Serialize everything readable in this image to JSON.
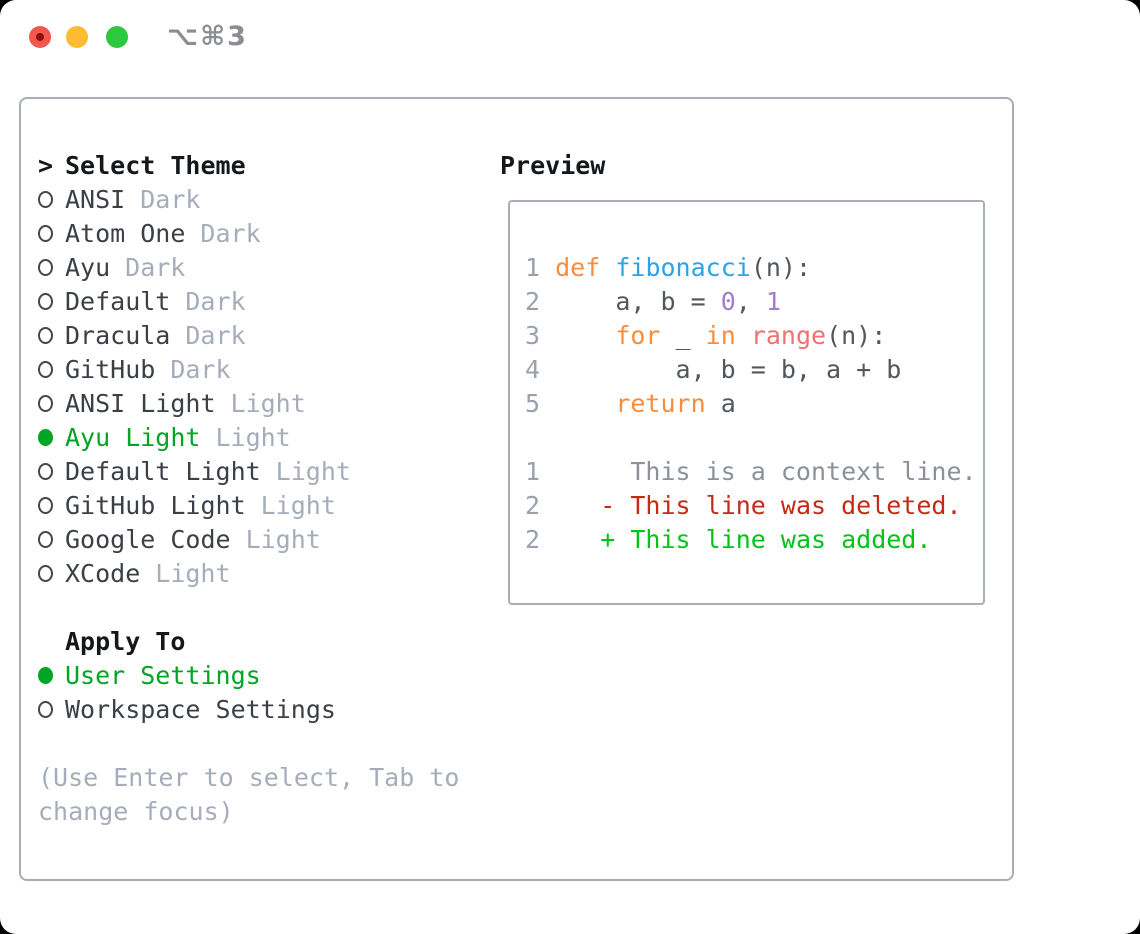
{
  "titlebar": {
    "shortcut": "⌥⌘3",
    "traffic_lights": {
      "close_color": "#f2564d",
      "close_dot_color": "#8c0f08",
      "minimize_color": "#fdbc2f",
      "zoom_color": "#2bc840"
    }
  },
  "theme_list": {
    "header": "Select Theme",
    "prompt_icon": ">",
    "items": [
      {
        "name": "ANSI",
        "tag": "Dark",
        "selected": false
      },
      {
        "name": "Atom One",
        "tag": "Dark",
        "selected": false
      },
      {
        "name": "Ayu",
        "tag": "Dark",
        "selected": false
      },
      {
        "name": "Default",
        "tag": "Dark",
        "selected": false
      },
      {
        "name": "Dracula",
        "tag": "Dark",
        "selected": false
      },
      {
        "name": "GitHub",
        "tag": "Dark",
        "selected": false
      },
      {
        "name": "ANSI Light",
        "tag": "Light",
        "selected": false
      },
      {
        "name": "Ayu Light",
        "tag": "Light",
        "selected": true
      },
      {
        "name": "Default Light",
        "tag": "Light",
        "selected": false
      },
      {
        "name": "GitHub Light",
        "tag": "Light",
        "selected": false
      },
      {
        "name": "Google Code",
        "tag": "Light",
        "selected": false
      },
      {
        "name": "XCode",
        "tag": "Light",
        "selected": false
      }
    ]
  },
  "apply_to": {
    "header": "Apply To",
    "options": [
      {
        "name": "User Settings",
        "selected": true
      },
      {
        "name": "Workspace Settings",
        "selected": false
      }
    ]
  },
  "help": {
    "line1": "(Use Enter to select, Tab to",
    "line2": "change focus)"
  },
  "preview": {
    "header": "Preview",
    "lines": [
      {
        "tokens": [
          {
            "c": "num",
            "t": "1"
          },
          {
            "c": "plain",
            "t": " "
          },
          {
            "c": "kw",
            "t": "def"
          },
          {
            "c": "plain",
            "t": " "
          },
          {
            "c": "fn",
            "t": "fibonacci"
          },
          {
            "c": "plain",
            "t": "(n):"
          }
        ]
      },
      {
        "tokens": [
          {
            "c": "num",
            "t": "2"
          },
          {
            "c": "plain",
            "t": "     a, b = "
          },
          {
            "c": "lit",
            "t": "0"
          },
          {
            "c": "plain",
            "t": ", "
          },
          {
            "c": "lit",
            "t": "1"
          }
        ]
      },
      {
        "tokens": [
          {
            "c": "num",
            "t": "3"
          },
          {
            "c": "plain",
            "t": "     "
          },
          {
            "c": "kw",
            "t": "for"
          },
          {
            "c": "plain",
            "t": " _ "
          },
          {
            "c": "kw",
            "t": "in"
          },
          {
            "c": "plain",
            "t": " "
          },
          {
            "c": "call",
            "t": "range"
          },
          {
            "c": "plain",
            "t": "(n):"
          }
        ]
      },
      {
        "tokens": [
          {
            "c": "num",
            "t": "4"
          },
          {
            "c": "plain",
            "t": "         a, b = b, a + b"
          }
        ]
      },
      {
        "tokens": [
          {
            "c": "num",
            "t": "5"
          },
          {
            "c": "plain",
            "t": "     "
          },
          {
            "c": "kw",
            "t": "return"
          },
          {
            "c": "plain",
            "t": " a"
          }
        ]
      },
      {
        "tokens": []
      },
      {
        "tokens": [
          {
            "c": "num",
            "t": "1"
          },
          {
            "c": "ctx",
            "t": "      This is a context line."
          }
        ]
      },
      {
        "tokens": [
          {
            "c": "num",
            "t": "2"
          },
          {
            "c": "plain",
            "t": "    "
          },
          {
            "c": "del",
            "t": "- This line was deleted."
          }
        ]
      },
      {
        "tokens": [
          {
            "c": "num",
            "t": "2"
          },
          {
            "c": "plain",
            "t": "    "
          },
          {
            "c": "add",
            "t": "+ This line was added."
          }
        ]
      }
    ]
  },
  "colors": {
    "accent_green": "#00a524",
    "panel_border": "#a7aeb8",
    "item_text": "#3b4046",
    "muted_text": "#a5adba",
    "code_plain": "#51575e",
    "line_number": "#99a1ad",
    "keyword_orange": "#f98d3e",
    "function_blue": "#2aa4e9",
    "number_purple": "#a37acc",
    "call_coral": "#f17070",
    "diff_context": "#8b9199",
    "diff_deleted": "#c52a17",
    "diff_added": "#00c418"
  }
}
